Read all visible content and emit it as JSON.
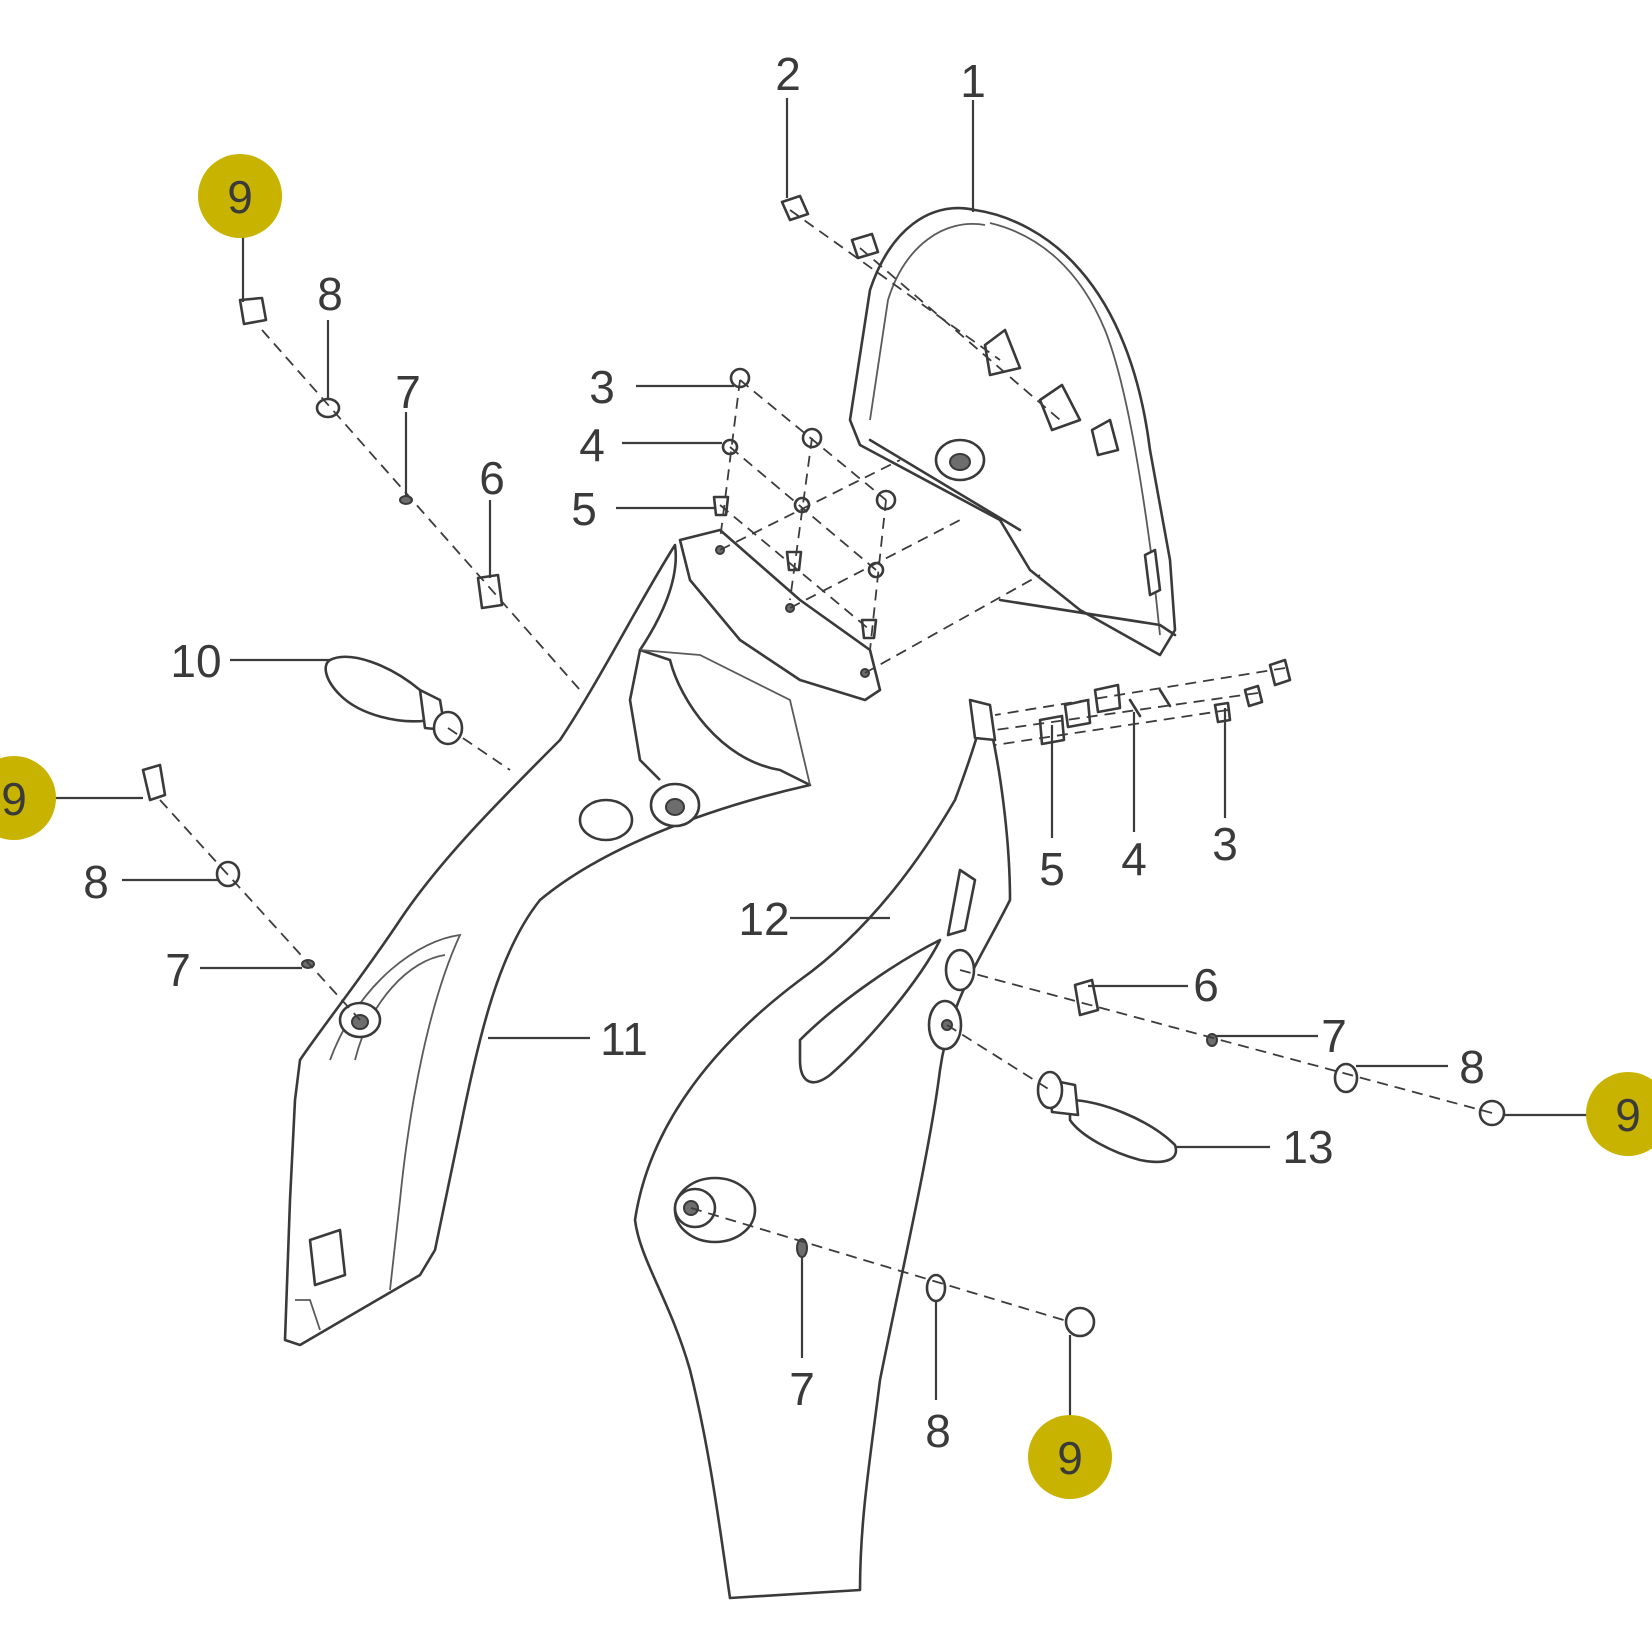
{
  "diagram": {
    "highlight_color": "#c8b400",
    "line_color": "#3a3a3a",
    "callouts": {
      "c1": "1",
      "c2": "2",
      "c3a": "3",
      "c4a": "4",
      "c5a": "5",
      "c3b": "3",
      "c4b": "4",
      "c5b": "5",
      "c6a": "6",
      "c6b": "6",
      "c7a": "7",
      "c7b": "7",
      "c7c": "7",
      "c7d": "7",
      "c8a": "8",
      "c8b": "8",
      "c8c": "8",
      "c8d": "8",
      "c9a": "9",
      "c9b": "9",
      "c9c": "9",
      "c9d": "9",
      "c10": "10",
      "c11": "11",
      "c12": "12",
      "c13": "13"
    },
    "highlighted_part": "9"
  }
}
